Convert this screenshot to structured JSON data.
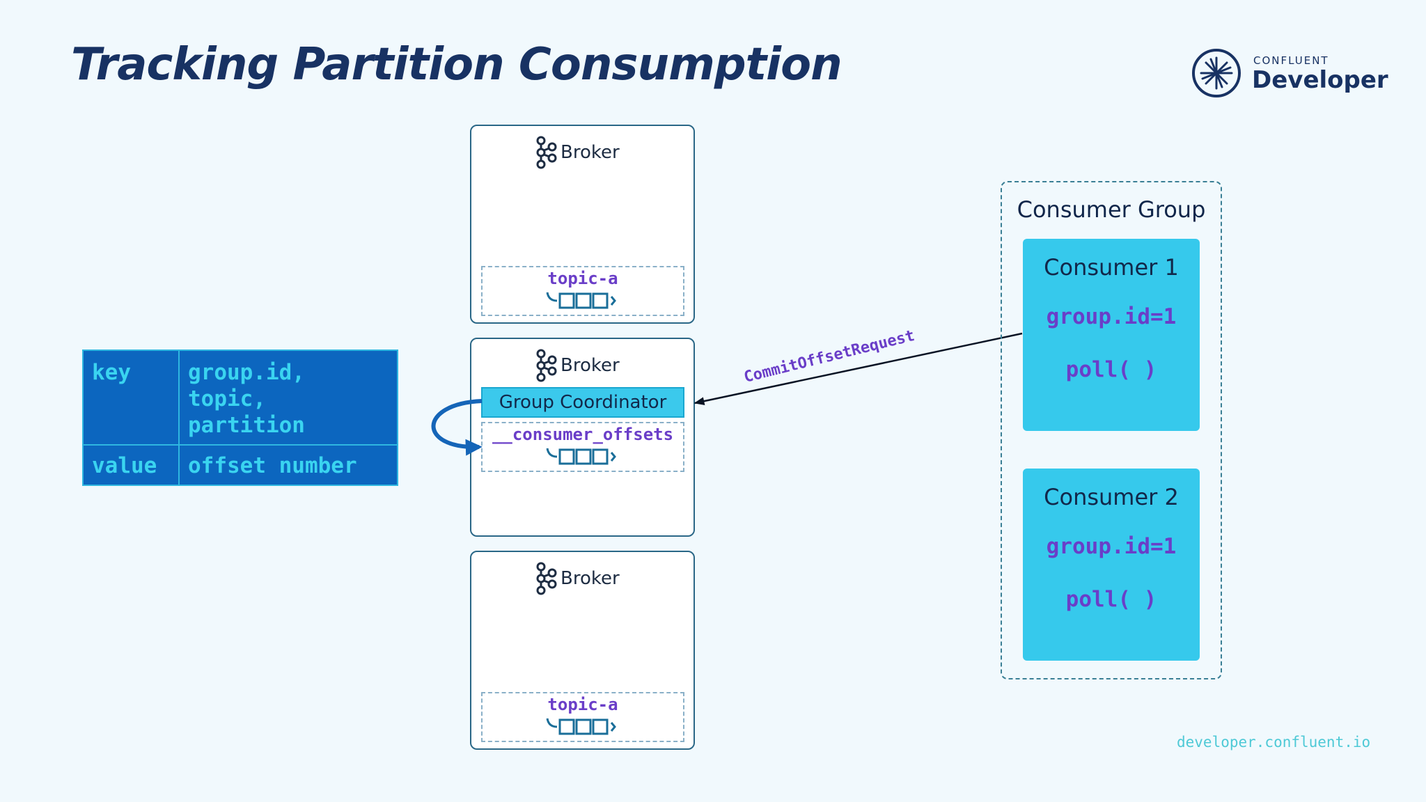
{
  "title": "Tracking Partition Consumption",
  "logo": {
    "small_text": "CONFLUENT",
    "big_text": "Developer"
  },
  "footer_url": "developer.confluent.io",
  "brokers": [
    {
      "label": "Broker",
      "topic": "topic-a"
    },
    {
      "label": "Broker",
      "coordinator": "Group Coordinator",
      "topic": "__consumer_offsets"
    },
    {
      "label": "Broker",
      "topic": "topic-a"
    }
  ],
  "record_table": {
    "key_label": "key",
    "key_value": [
      "group.id,",
      "topic,",
      "partition"
    ],
    "value_label": "value",
    "value_value": "offset number"
  },
  "arrow_label": "CommitOffsetRequest",
  "consumer_group": {
    "title": "Consumer Group",
    "consumers": [
      {
        "name": "Consumer 1",
        "group_id": "group.id=1",
        "call": "poll( )"
      },
      {
        "name": "Consumer 2",
        "group_id": "group.id=1",
        "call": "poll( )"
      }
    ]
  },
  "colors": {
    "background": "#f1f9fd",
    "title": "#183263",
    "accent_cyan": "#36c9ec",
    "accent_purple": "#6a3ec8",
    "table_blue": "#0c66bf"
  },
  "icons": [
    "kafka-icon",
    "confluent-logo-icon",
    "topic-log-icon"
  ]
}
